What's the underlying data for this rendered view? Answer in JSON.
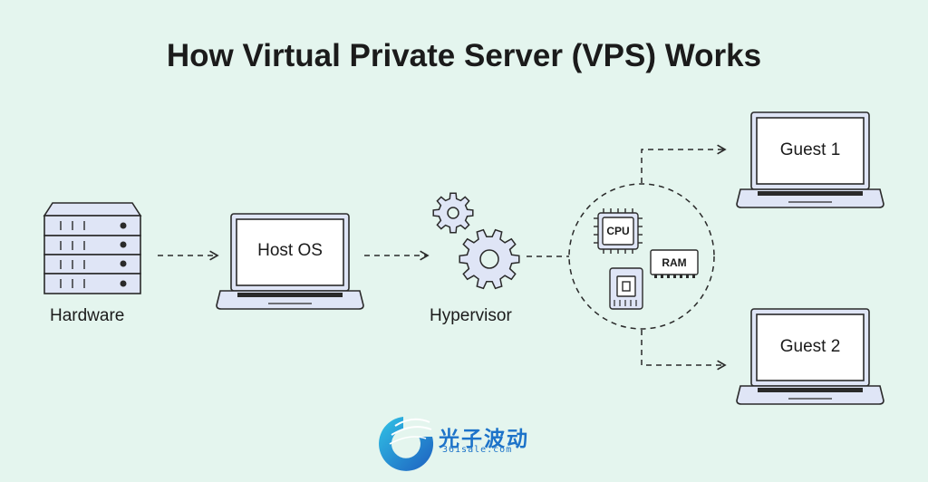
{
  "title": "How Virtual Private Server (VPS) Works",
  "nodes": {
    "hardware": "Hardware",
    "host_os": "Host OS",
    "hypervisor": "Hypervisor",
    "guest1": "Guest 1",
    "guest2": "Guest 2"
  },
  "resources": {
    "cpu": "CPU",
    "ram": "RAM"
  },
  "watermark": {
    "name": "光子波动",
    "url": "361sale.com"
  },
  "colors": {
    "background": "#e4f5ee",
    "device_fill": "#dfe5f6",
    "outline": "#2a2a2a",
    "brand": "#1d73c9"
  }
}
